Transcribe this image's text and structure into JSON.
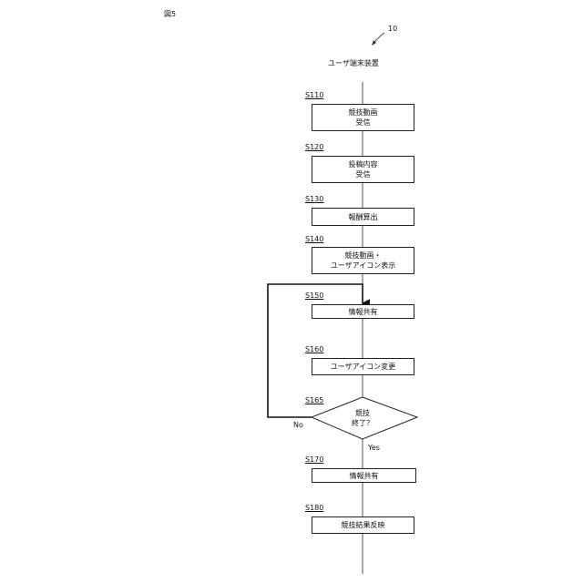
{
  "figure_label": "図5",
  "ref_number": "10",
  "column_title": "ユーザ端末装置",
  "steps": [
    {
      "id": "S110",
      "lines": [
        "競技動画",
        "受信"
      ]
    },
    {
      "id": "S120",
      "lines": [
        "投稿内容",
        "受信"
      ]
    },
    {
      "id": "S130",
      "lines": [
        "報酬算出"
      ]
    },
    {
      "id": "S140",
      "lines": [
        "競技動画・",
        "ユーザアイコン表示"
      ]
    },
    {
      "id": "S150",
      "lines": [
        "情報共有"
      ]
    },
    {
      "id": "S160",
      "lines": [
        "ユーザアイコン変更"
      ]
    },
    {
      "id": "S170",
      "lines": [
        "情報共有"
      ]
    },
    {
      "id": "S180",
      "lines": [
        "競技結果反映"
      ]
    }
  ],
  "decision": {
    "id": "S165",
    "lines": [
      "競技",
      "終了？"
    ],
    "no_label": "No",
    "yes_label": "Yes"
  }
}
